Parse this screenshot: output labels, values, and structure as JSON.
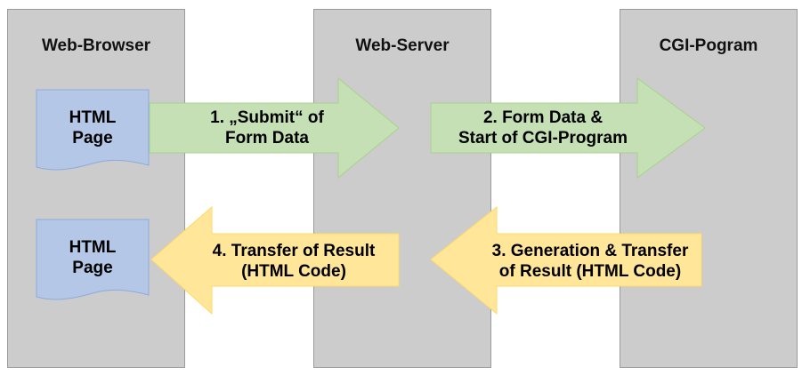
{
  "columns": {
    "browser": "Web-Browser",
    "server": "Web-Server",
    "cgi": "CGI-Pogram"
  },
  "pages": [
    {
      "line1": "HTML",
      "line2": "Page"
    },
    {
      "line1": "HTML",
      "line2": "Page"
    }
  ],
  "arrows": [
    {
      "line1": "1. „Submit“ of",
      "line2": "Form Data",
      "color": "#c5e0b4"
    },
    {
      "line1": "2.  Form Data &",
      "line2": "Start of CGI-Program",
      "color": "#c5e0b4"
    },
    {
      "line1": "3. Generation & Transfer",
      "line2": "of Result (HTML Code)",
      "color": "#ffe699"
    },
    {
      "line1": "4. Transfer of Result",
      "line2": "(HTML Code)",
      "color": "#ffe699"
    }
  ],
  "colors": {
    "column": "#cccccc",
    "page": "#b4c7e7",
    "request_arrow": "#c5e0b4",
    "response_arrow": "#ffe699"
  }
}
